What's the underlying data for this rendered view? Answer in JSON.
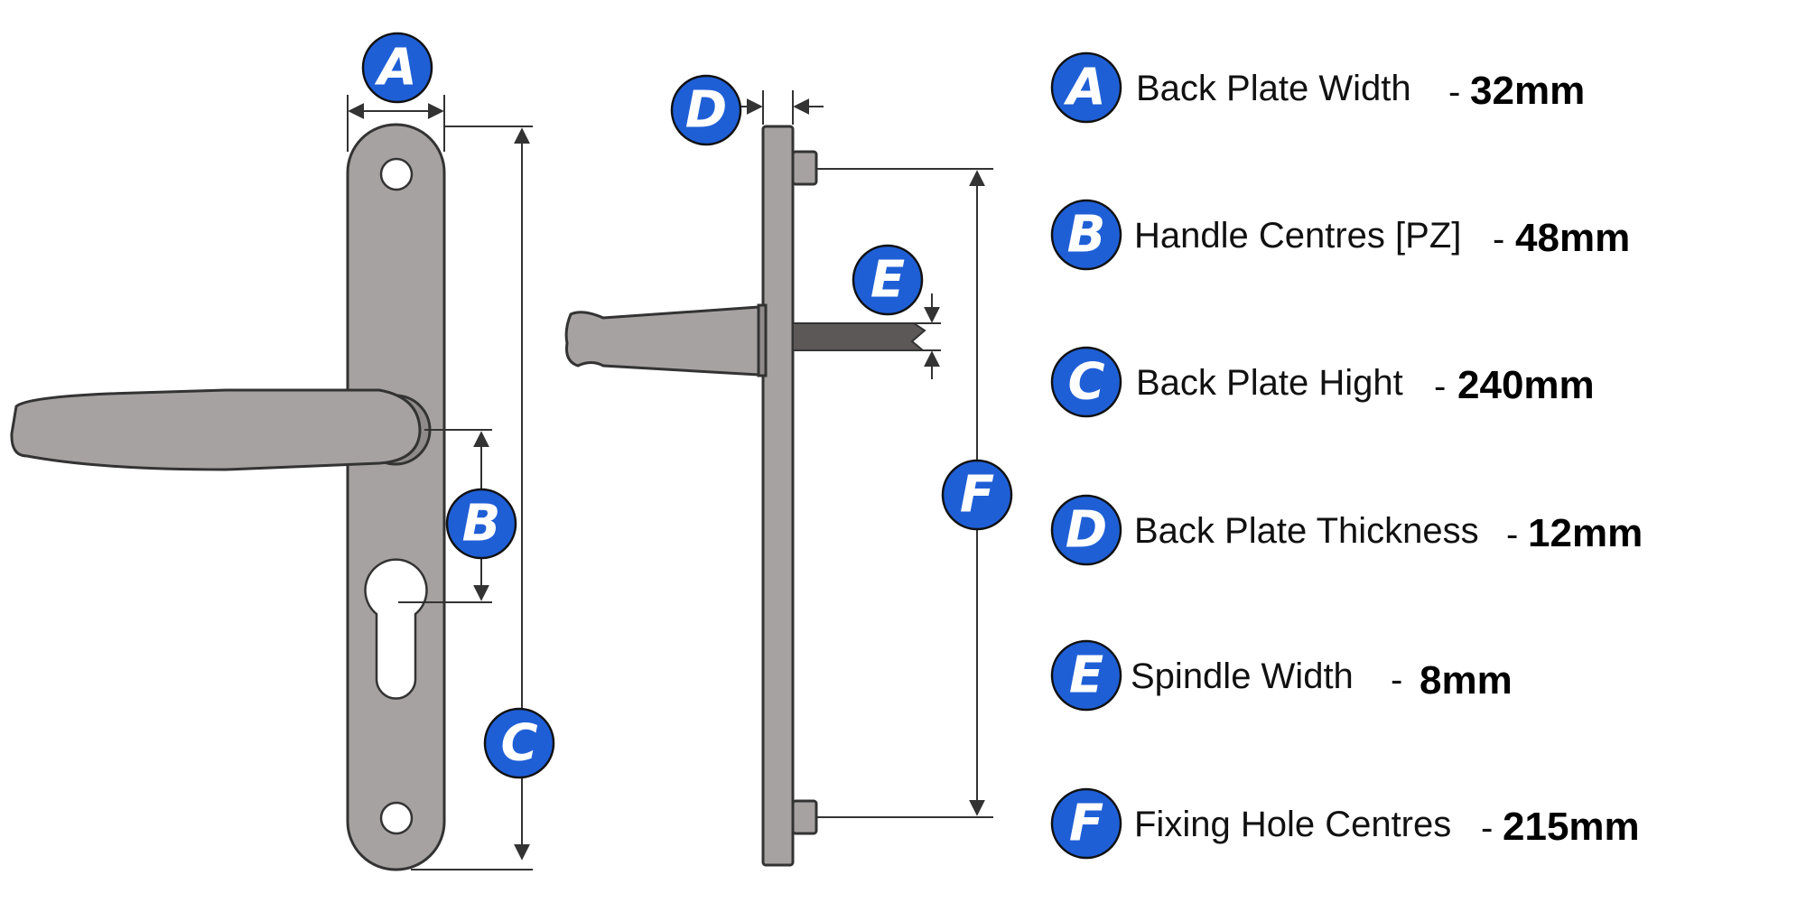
{
  "badge_color": "#1f5fd6",
  "diagram": {
    "front_view": {
      "badges": [
        "A",
        "B",
        "C"
      ]
    },
    "side_view": {
      "badges": [
        "D",
        "E",
        "F"
      ]
    }
  },
  "legend": [
    {
      "letter": "A",
      "label": "Back Plate Width",
      "sep": "-",
      "value": "32mm"
    },
    {
      "letter": "B",
      "label": "Handle Centres [PZ]",
      "sep": "-",
      "value": "48mm"
    },
    {
      "letter": "C",
      "label": "Back Plate Hight",
      "sep": "-",
      "value": "240mm"
    },
    {
      "letter": "D",
      "label": "Back Plate Thickness",
      "sep": "-",
      "value": "12mm"
    },
    {
      "letter": "E",
      "label": "Spindle Width",
      "sep": "-",
      "value": "8mm"
    },
    {
      "letter": "F",
      "label": "Fixing Hole Centres",
      "sep": "-",
      "value": "215mm"
    }
  ]
}
